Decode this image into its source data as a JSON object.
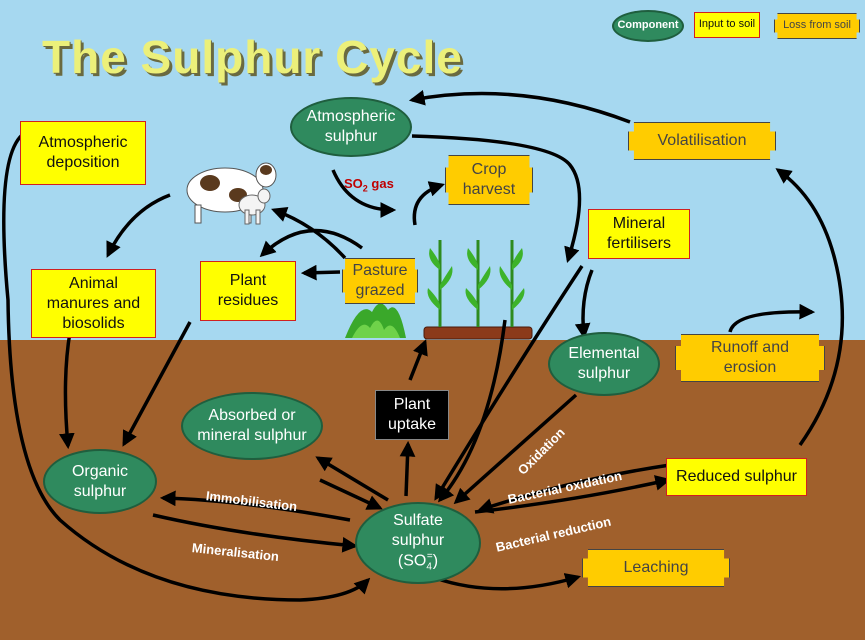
{
  "title": "The Sulphur Cycle",
  "legend": {
    "component": "Component",
    "input": "Input to soil",
    "loss": "Loss from soil"
  },
  "nodes": {
    "atmospheric_sulphur": "Atmospheric sulphur",
    "atmospheric_deposition": "Atmospheric deposition",
    "crop_harvest": "Crop harvest",
    "volatilisation": "Volatilisation",
    "mineral_fertilisers": "Mineral fertilisers",
    "plant_residues": "Plant residues",
    "pasture_grazed": "Pasture grazed",
    "animal_manures": "Animal manures and biosolids",
    "elemental_sulphur": "Elemental sulphur",
    "runoff_erosion": "Runoff and erosion",
    "absorbed_mineral": "Absorbed or mineral sulphur",
    "plant_uptake": "Plant uptake",
    "organic_sulphur": "Organic sulphur",
    "reduced_sulphur": "Reduced sulphur",
    "sulfate_line1": "Sulfate",
    "sulfate_line2": "sulphur",
    "sulfate_formula": "(SO",
    "sulfate_sub": "4",
    "sulfate_sup": "=",
    "sulfate_close": ")",
    "leaching": "Leaching"
  },
  "labels": {
    "so2_main": "SO",
    "so2_sub": "2",
    "so2_rest": " gas",
    "immobilisation": "Immobilisation",
    "mineralisation": "Mineralisation",
    "oxidation": "Oxidation",
    "bacterial_oxidation": "Bacterial oxidation",
    "bacterial_reduction": "Bacterial reduction"
  },
  "colors": {
    "sky": "#a6d8f0",
    "soil": "#a0602c",
    "component": "#2f8a5e",
    "input": "#ffff00",
    "loss": "#ffcc00",
    "title": "#ecf07a"
  }
}
